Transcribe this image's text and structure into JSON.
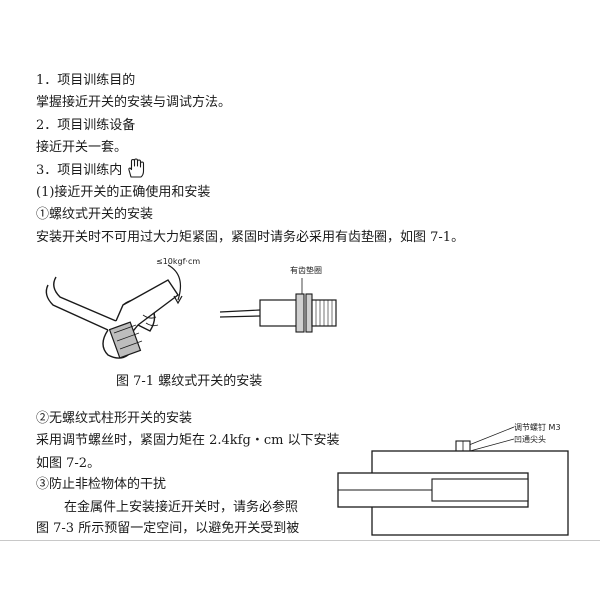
{
  "lines": {
    "l1": "1．项目训练目的",
    "l2": "掌握接近开关的安装与调试方法。",
    "l3": "2．项目训练设备",
    "l4": "接近开关一套。",
    "l5": "3．项目训练内",
    "l6": "(1)接近开关的正确使用和安装",
    "l7": "①螺纹式开关的安装",
    "l8": "安装开关时不可用过大力矩紧固，紧固时请务必采用有齿垫圈，如图 7-1。",
    "l9": "②无螺纹式柱形开关的安装",
    "l10": "采用调节螺丝时，紧固力矩在 2.4kfg・cm 以下安装",
    "l11": "如图 7-2。",
    "l12": "③防止非检物体的干扰",
    "l13": "在金属件上安装接近开关时，请务必参照",
    "l14": "图 7-3 所示预留一定空间，以避免开关受到被"
  },
  "figure1": {
    "caption": "图 7-1  螺纹式开关的安装",
    "torque_label": "≤10kgf·cm",
    "washer_label": "有齿垫圈"
  },
  "figure2": {
    "screw_label": "调节螺钉 M3",
    "tip_label": "凹通尖头"
  },
  "icons": {
    "cursor": "hand-cursor-icon"
  }
}
